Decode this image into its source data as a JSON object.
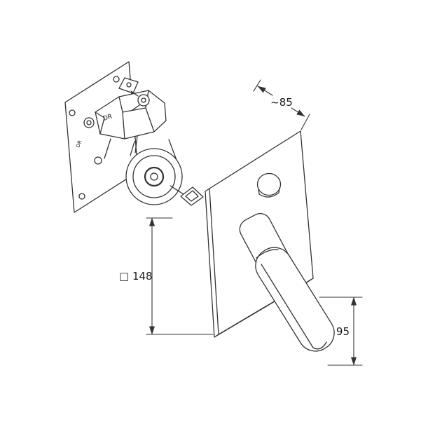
{
  "diagram": {
    "dimensions": {
      "depth": {
        "label": "~85"
      },
      "plate_size": {
        "label": "□ 148"
      },
      "handle_length": {
        "label": "95"
      }
    },
    "valve_markings": {
      "body_label": "DR",
      "side_label": "DR"
    },
    "colors": {
      "line": "#333333",
      "text": "#1c1c1c",
      "background": "#ffffff"
    }
  }
}
